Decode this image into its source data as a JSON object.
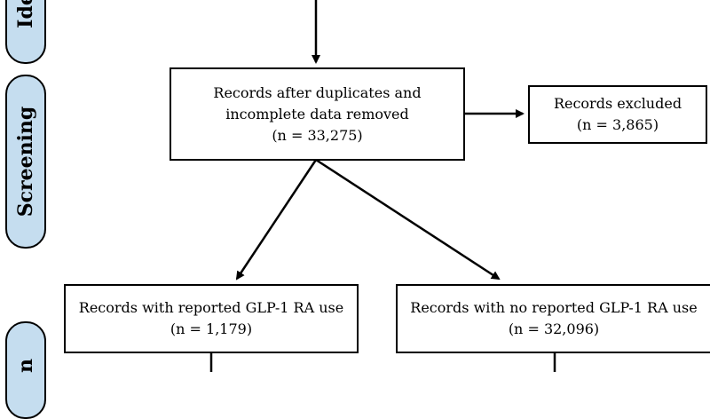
{
  "stages": {
    "identification": "Ide",
    "screening": "Screening",
    "included": "n"
  },
  "boxes": {
    "after_duplicates": {
      "line1": "Records after duplicates and",
      "line2": "incomplete data removed",
      "count": "(n = 33,275)"
    },
    "excluded": {
      "line1": "Records excluded",
      "count": "(n = 3,865)"
    },
    "glp1_use": {
      "line1": "Records with reported GLP-1 RA use",
      "count": "(n = 1,179)"
    },
    "no_glp1_use": {
      "line1": "Records with no reported GLP-1 RA use",
      "count": "(n = 32,096)"
    }
  }
}
